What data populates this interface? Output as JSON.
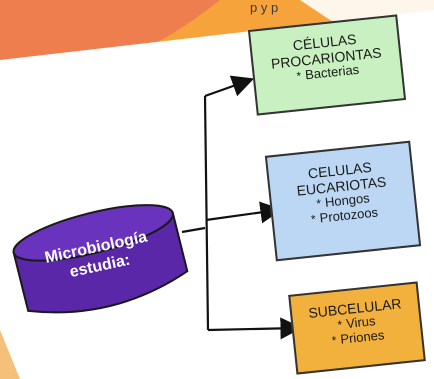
{
  "caption": "p                   y      p",
  "source": {
    "lines": [
      "Microbiología",
      "estudia:"
    ]
  },
  "boxes": [
    {
      "title_lines": [
        "CÉLULAS",
        "PROCARIONTAS"
      ],
      "items": [
        "Bacterias"
      ],
      "bullet": "*",
      "color": "#c8f0c0"
    },
    {
      "title_lines": [
        "CELULAS",
        "EUCARIOTAS"
      ],
      "items": [
        "Hongos",
        "Protozoos"
      ],
      "bullet": "*",
      "color": "#bcd7f3"
    },
    {
      "title_lines": [
        "SUBCELULAR"
      ],
      "items": [
        "Virus",
        "Priones"
      ],
      "bullet": "*",
      "color": "#f2b13c"
    }
  ],
  "colors": {
    "cylinder": "#5a27a8",
    "background": "#f6a33b",
    "paper": "#ffffff"
  }
}
